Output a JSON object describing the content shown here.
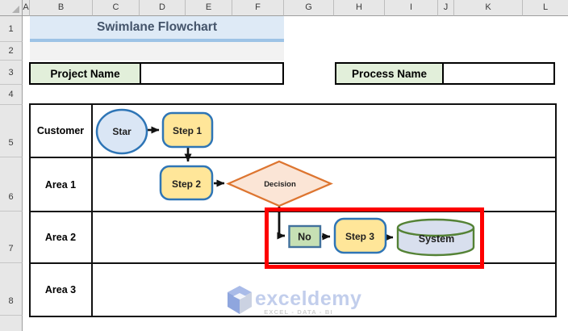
{
  "title": {
    "text": "Swimlane Flowchart"
  },
  "sheet": {
    "columns": [
      "A",
      "B",
      "C",
      "D",
      "E",
      "F",
      "G",
      "H",
      "I",
      "J",
      "K",
      "L"
    ],
    "rows": [
      "1",
      "2",
      "3",
      "4",
      "5",
      "6",
      "7",
      "8"
    ]
  },
  "fields": {
    "project": {
      "label": "Project Name",
      "value": ""
    },
    "process": {
      "label": "Process Name",
      "value": ""
    }
  },
  "lanes": [
    "Customer",
    "Area 1",
    "Area 2",
    "Area 3"
  ],
  "nodes": {
    "start": "Star",
    "step1": "Step 1",
    "step2": "Step 2",
    "decision": "Decision",
    "no": "No",
    "step3": "Step 3",
    "system": "System"
  },
  "watermark": {
    "brand": "exceldemy",
    "tagline": "EXCEL - DATA - BI"
  },
  "colors": {
    "shape_blue_border": "#2E75B6",
    "start_fill": "#DAE6F5",
    "step_fill": "#FFE699",
    "decision_fill": "#FBE5D6",
    "decision_border": "#DD7530",
    "no_fill": "#C6E0B4",
    "no_border": "#41719C",
    "system_fill": "#D8DFEE",
    "system_border": "#548235",
    "connector": "#111111",
    "highlight_red": "#FE0000",
    "banner_fill": "#DEEAF6",
    "banner_underline": "#9DC3E6",
    "label_green": "#E2EFDA",
    "title_text": "#44546A",
    "none": "none"
  }
}
